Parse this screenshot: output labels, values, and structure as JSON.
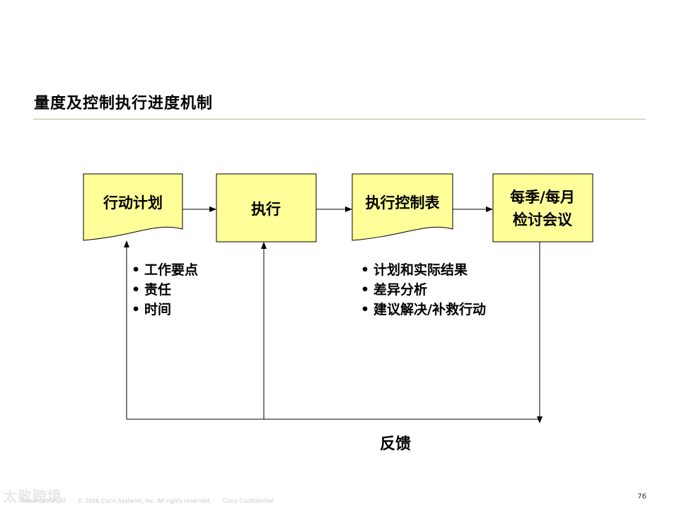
{
  "title": "量度及控制执行进度机制",
  "boxes": {
    "action_plan": "行动计划",
    "execute": "执行",
    "control_table": "执行控制表",
    "review_line1": "每季/每月",
    "review_line2": "检讨会议"
  },
  "bullets_plan": [
    "工作要点",
    "责任",
    "时间"
  ],
  "bullets_control": [
    "计划和实际结果",
    "差异分析",
    "建议解决/补救行动"
  ],
  "feedback_label": "反馈",
  "footer": {
    "presentation": "Presentation_ID",
    "copyright": "© 2006 Cisco Systems, Inc. All rights reserved.",
    "confidential": "Cisco Confidential"
  },
  "page_number": "76",
  "watermark": "太败跨境",
  "colors": {
    "box_fill": "#ffff99",
    "line": "#000000",
    "rule": "#c9b27a"
  }
}
